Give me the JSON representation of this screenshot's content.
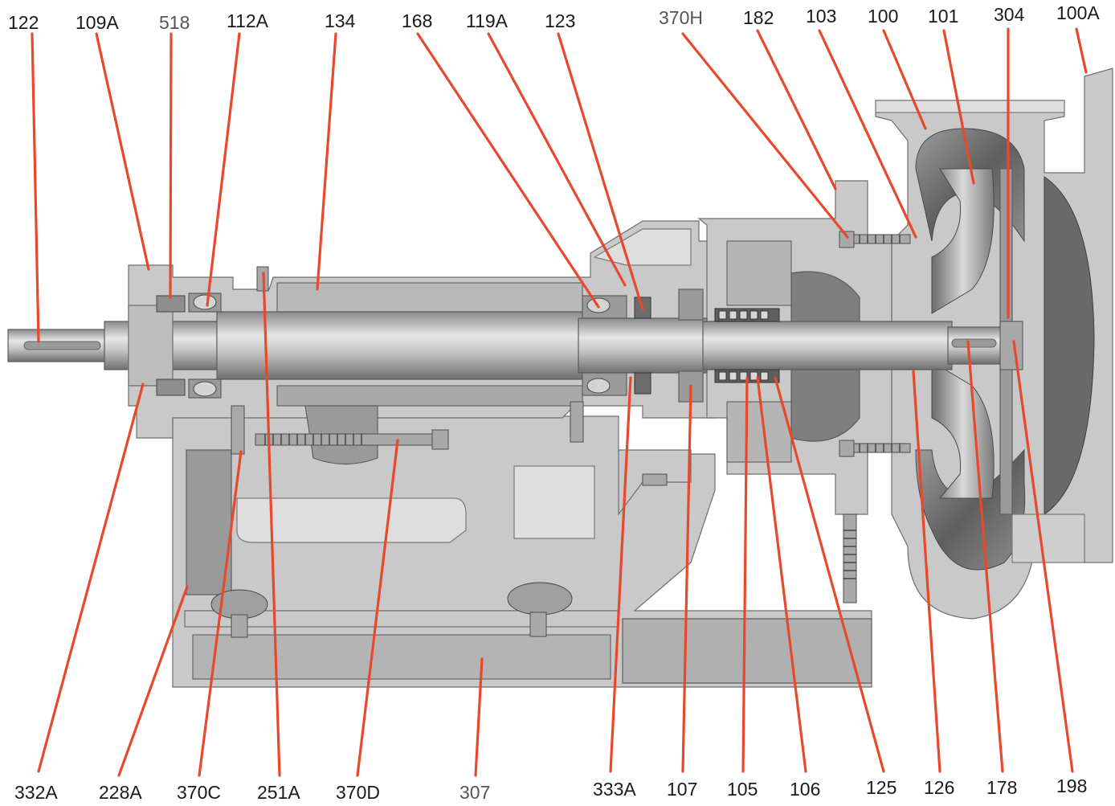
{
  "labels_top": [
    "122",
    "109A",
    "518",
    "112A",
    "134",
    "168",
    "119A",
    "123",
    "370H",
    "182",
    "103",
    "100",
    "101",
    "304",
    "100A"
  ],
  "labels_bottom": [
    "332A",
    "228A",
    "370C",
    "251A",
    "370D",
    "307",
    "333A",
    "107",
    "105",
    "106",
    "125",
    "126",
    "178",
    "198"
  ],
  "colors": {
    "leader": "#e8482c",
    "metal": "#c9c9c9",
    "cavity": "#7d7d7d",
    "text": "#1a1a1a"
  }
}
